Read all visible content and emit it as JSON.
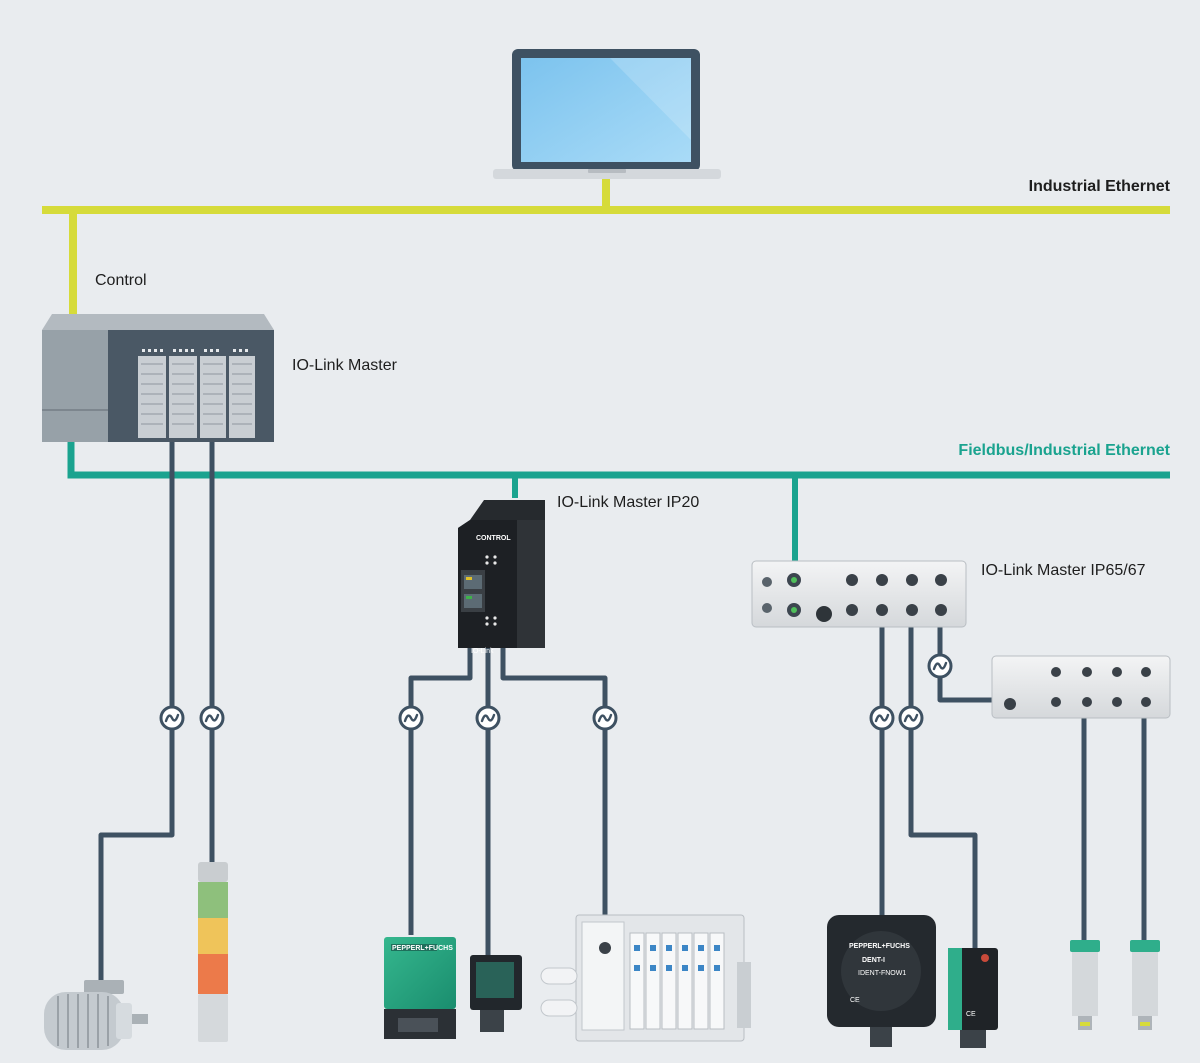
{
  "labels": {
    "industrial_ethernet": "Industrial Ethernet",
    "control": "Control",
    "io_link_master": "IO-Link Master",
    "fieldbus": "Fieldbus/Industrial Ethernet",
    "master_ip20": "IO-Link Master IP20",
    "master_ip6567": "IO-Link Master IP65/67"
  },
  "device_text": {
    "ip20_brand": "CONTROL",
    "ip20_footer": "IO-Link",
    "pf_brand": "PEPPERL+FUCHS",
    "dent_title": "DENT-I",
    "dent_model": "IDENT-FNOW1",
    "ce_mark": "CE"
  },
  "colors": {
    "background": "#e9ecef",
    "industrial_ethernet_line": "#d6db3a",
    "fieldbus_line": "#1aa38f",
    "io_link_cable": "#3e5162",
    "fieldbus_label": "#1aa38f"
  },
  "icons": {
    "io_link_symbol": "io-link-icon"
  }
}
